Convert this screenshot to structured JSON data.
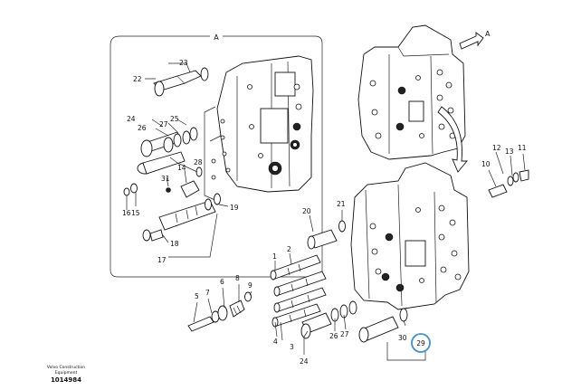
{
  "view_label": "A",
  "arrow_label": "A",
  "detail_labels": [
    "22",
    "23",
    "24",
    "26",
    "27",
    "25",
    "28",
    "14",
    "31",
    "15",
    "16",
    "19",
    "18",
    "17"
  ],
  "main_labels": [
    "20",
    "21",
    "1",
    "2",
    "3",
    "4",
    "5",
    "6",
    "7",
    "8",
    "9",
    "24",
    "26",
    "27",
    "30",
    "29",
    "10",
    "11",
    "12",
    "13"
  ],
  "highlighted_label": "29",
  "highlight_color": "#4a90c8",
  "footer": {
    "line1": "Volvo Construction",
    "line2": "Equipment",
    "code": "1014984"
  }
}
